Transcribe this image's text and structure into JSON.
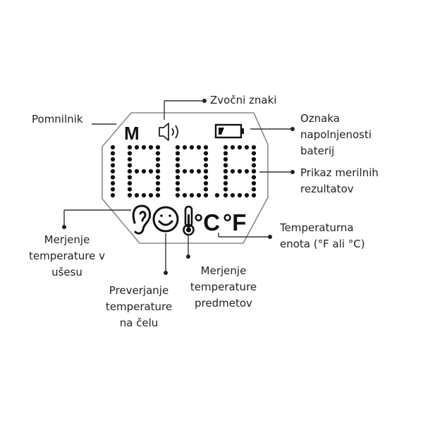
{
  "display": {
    "memory_symbol": "M",
    "digits": "188.8",
    "unit_celsius": "°C",
    "unit_fahrenheit": "°F"
  },
  "labels": {
    "memory": "Pomnilnik",
    "sound": "Zvočni znaki",
    "battery": [
      "Oznaka",
      "napolnjenosti",
      "baterij"
    ],
    "readout": [
      "Prikaz merilnih",
      "rezultatov"
    ],
    "unit": [
      "Temperaturna",
      "enota (°F ali °C)"
    ],
    "ear": [
      "Merjenje",
      "temperature v",
      "ušesu"
    ],
    "forehead": [
      "Preverjanje",
      "temperature",
      "na čelu"
    ],
    "object": [
      "Merjenje",
      "temperature",
      "predmetov"
    ]
  },
  "icons": {
    "sound": "speaker-icon",
    "battery": "battery-icon",
    "ear": "ear-icon",
    "forehead": "smiley-icon",
    "object": "thermometer-icon"
  }
}
